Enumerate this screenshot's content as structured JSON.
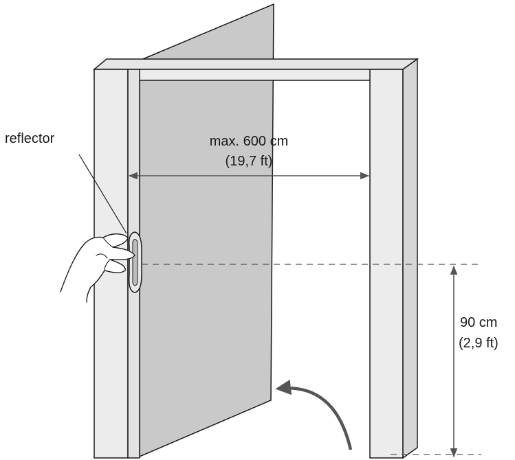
{
  "labels": {
    "reflector": "reflector",
    "width_line1": "max. 600 cm",
    "width_line2": "(19,7 ft)",
    "height_line1": "90 cm",
    "height_line2": "(2,9 ft)"
  },
  "colors": {
    "door": "#c9c9c9",
    "post_face": "#ececec",
    "post_side": "#d6d6d6",
    "outline": "#1a1a1a",
    "arrow": "#555555"
  }
}
